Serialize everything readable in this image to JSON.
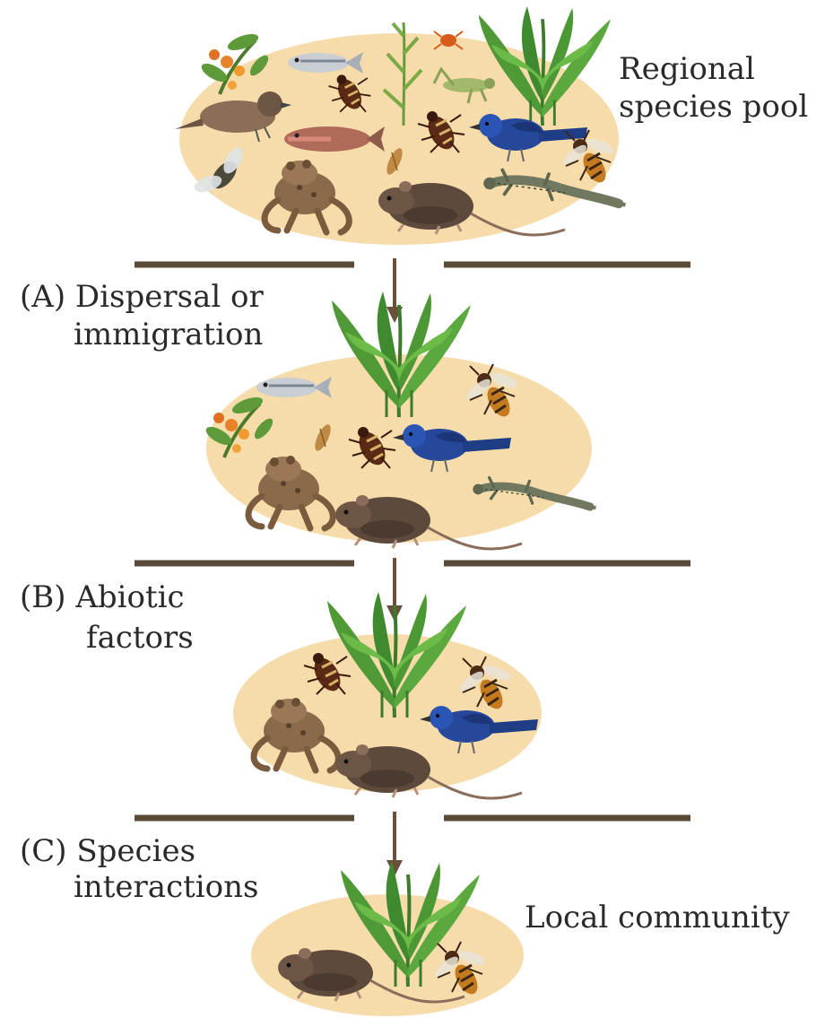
{
  "labels": {
    "regional_line1": "Regional",
    "regional_line2": "species pool",
    "filter_a_line1": "(A) Dispersal or",
    "filter_a_line2": "immigration",
    "filter_b_line1": "(B)  Abiotic",
    "filter_b_line2": "factors",
    "filter_c_line1": "(C) Species",
    "filter_c_line2": "interactions",
    "local": "Local community"
  },
  "colors": {
    "pool_fill": "#f6dcaa",
    "filter_bar": "#5a4a38",
    "arrow": "#6a4f3a",
    "text": "#2a2a2a"
  },
  "pools": [
    {
      "name": "regional-species-pool",
      "organisms": [
        "flowering-plant",
        "minnow-fish",
        "ant",
        "grass",
        "red-mite",
        "fern",
        "sparrow-bird",
        "grasshopper",
        "trout",
        "beetle",
        "blue-bird",
        "housefly",
        "seed",
        "frog",
        "mouse",
        "lizard",
        "wasp"
      ]
    },
    {
      "name": "post-dispersal-pool",
      "organisms": [
        "fern",
        "minnow-fish",
        "wasp",
        "flowering-plant",
        "seed",
        "beetle",
        "blue-bird",
        "frog",
        "mouse",
        "lizard"
      ]
    },
    {
      "name": "post-abiotic-pool",
      "organisms": [
        "fern",
        "beetle",
        "wasp",
        "frog",
        "blue-bird",
        "mouse"
      ]
    },
    {
      "name": "local-community",
      "organisms": [
        "fern",
        "mouse",
        "wasp"
      ]
    }
  ]
}
